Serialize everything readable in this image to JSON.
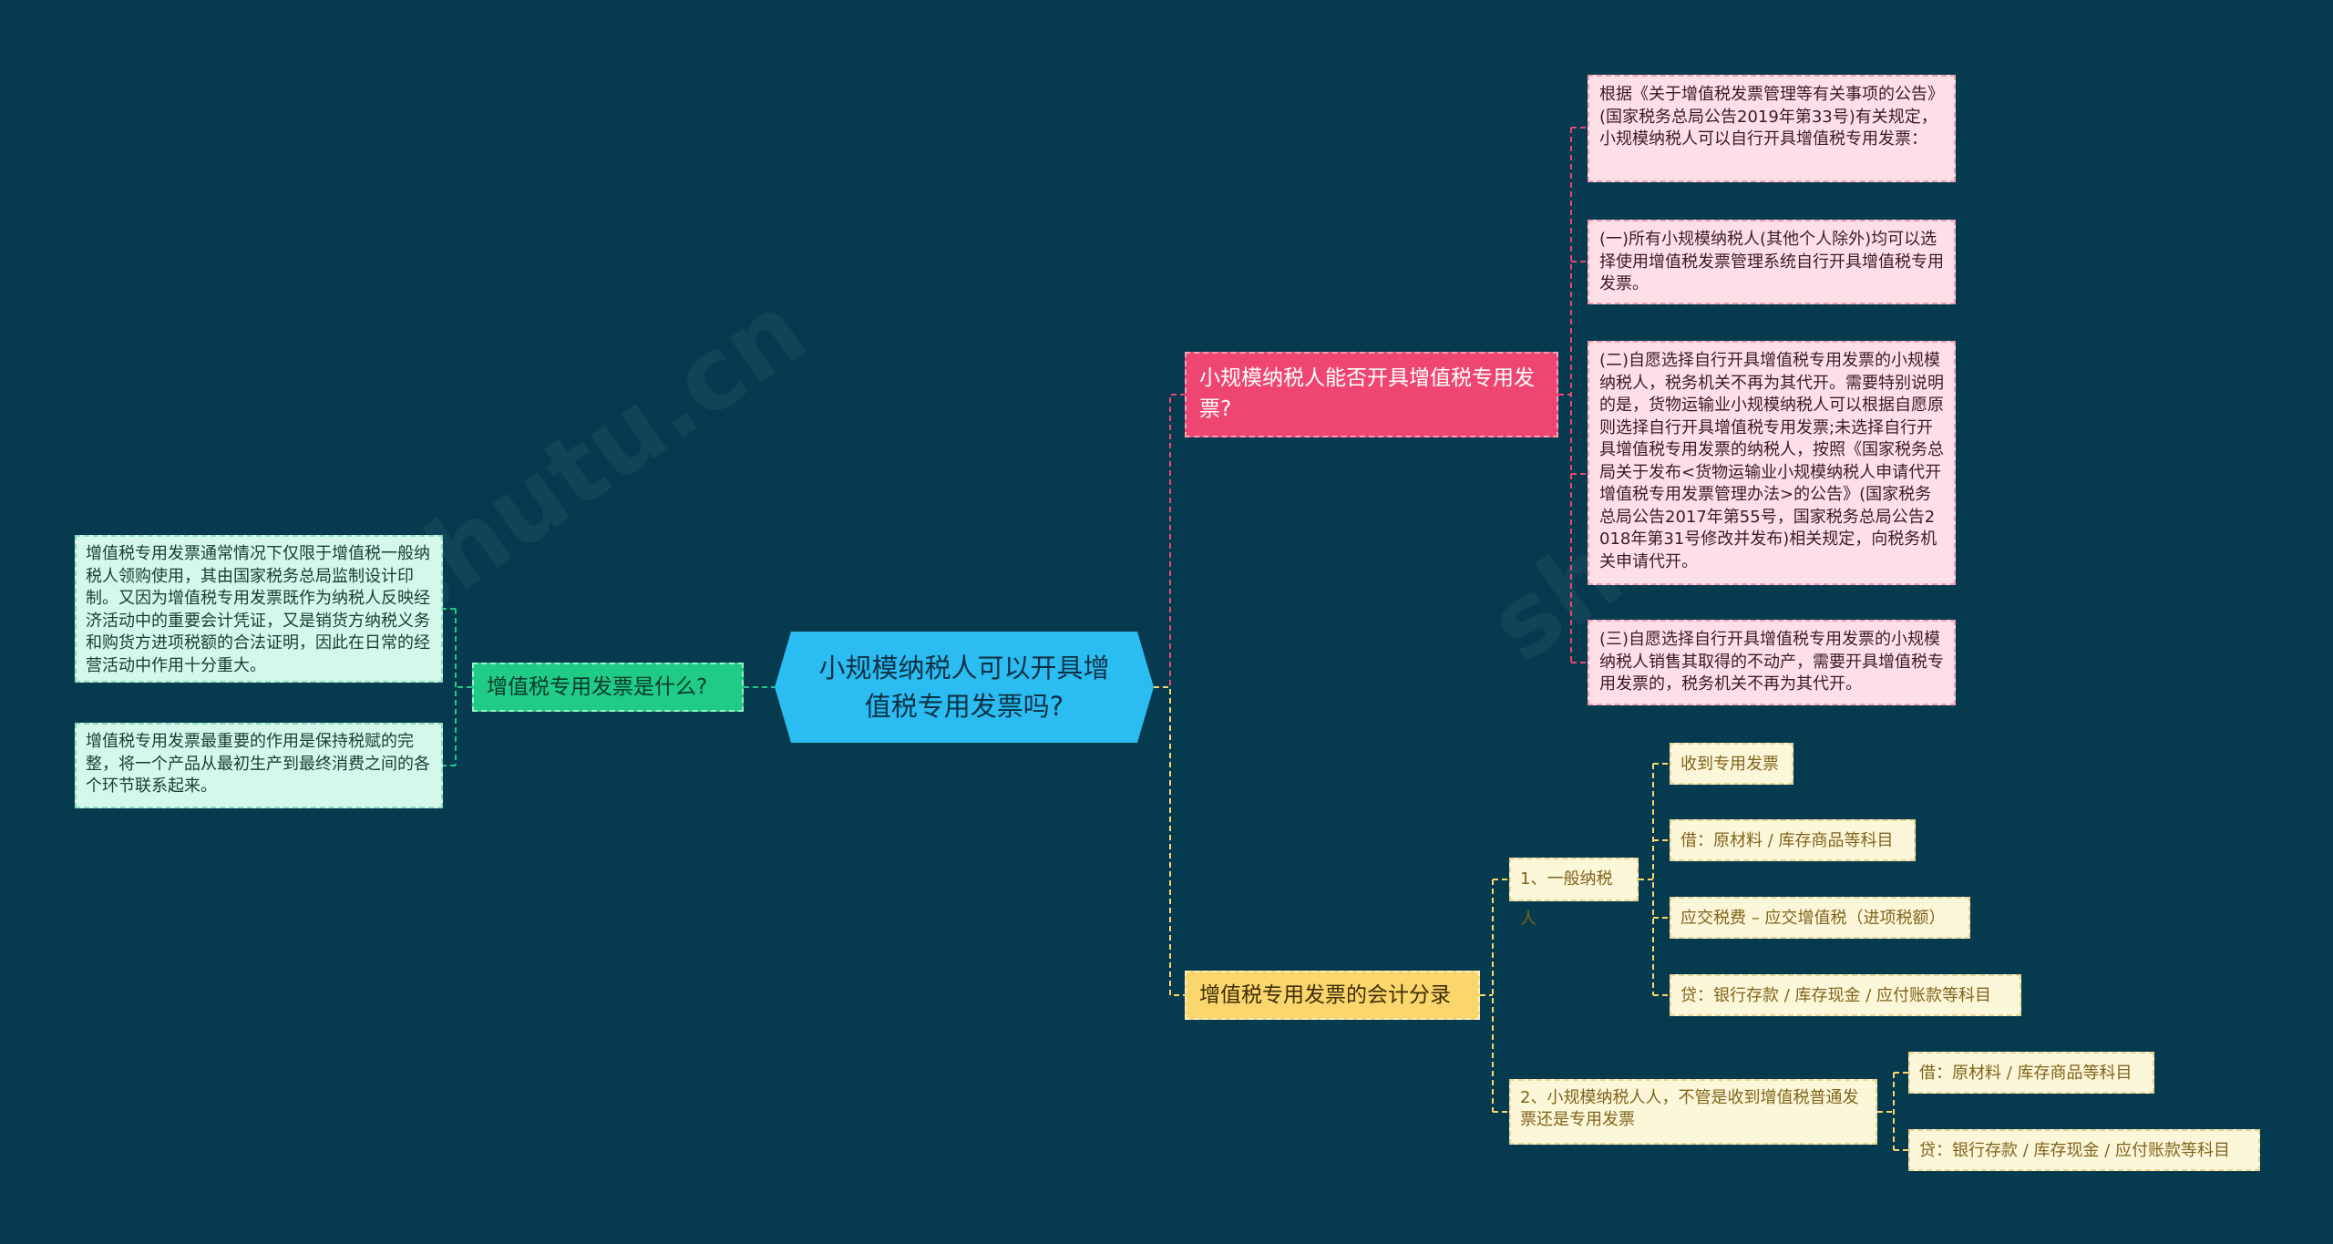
{
  "root": {
    "text": "小规模纳税人可以开具增值税专用发票吗?"
  },
  "left_branch": {
    "label": "增值税专用发票是什么?",
    "children": [
      {
        "text": "增值税专用发票通常情况下仅限于增值税一般纳税人领购使用，其由国家税务总局监制设计印制。又因为增值税专用发票既作为纳税人反映经济活动中的重要会计凭证，又是销货方纳税义务和购货方进项税额的合法证明，因此在日常的经营活动中作用十分重大。"
      },
      {
        "text": "增值税专用发票最重要的作用是保持税赋的完整，将一个产品从最初生产到最终消费之间的各个环节联系起来。"
      }
    ]
  },
  "right_top_branch": {
    "label": "小规模纳税人能否开具增值税专用发票?",
    "children": [
      {
        "text": "根据《关于增值税发票管理等有关事项的公告》(国家税务总局公告2019年第33号)有关规定，小规模纳税人可以自行开具增值税专用发票："
      },
      {
        "text": "(一)所有小规模纳税人(其他个人除外)均可以选择使用增值税发票管理系统自行开具增值税专用发票。"
      },
      {
        "text": "(二)自愿选择自行开具增值税专用发票的小规模纳税人，税务机关不再为其代开。需要特别说明的是，货物运输业小规模纳税人可以根据自愿原则选择自行开具增值税专用发票;未选择自行开具增值税专用发票的纳税人，按照《国家税务总局关于发布<货物运输业小规模纳税人申请代开增值税专用发票管理办法>的公告》(国家税务总局公告2017年第55号，国家税务总局公告2018年第31号修改并发布)相关规定，向税务机关申请代开。"
      },
      {
        "text": "(三)自愿选择自行开具增值税专用发票的小规模纳税人销售其取得的不动产，需要开具增值税专用发票的，税务机关不再为其代开。"
      }
    ]
  },
  "right_bottom_branch": {
    "label": "增值税专用发票的会计分录",
    "children": [
      {
        "label": "1、一般纳税人",
        "children": [
          {
            "text": "收到专用发票"
          },
          {
            "text": "借：原材料 / 库存商品等科目"
          },
          {
            "text": "应交税费 – 应交增值税（进项税额）"
          },
          {
            "text": "贷：银行存款 / 库存现金 / 应付账款等科目"
          }
        ]
      },
      {
        "label": "2、小规模纳税人人，不管是收到增值税普通发票还是专用发票",
        "children": [
          {
            "text": "借：原材料 / 库存商品等科目"
          },
          {
            "text": "贷：银行存款 / 库存现金 / 应付账款等科目"
          }
        ]
      }
    ]
  },
  "colors": {
    "background": "#063a4e",
    "root": "#2bbcf1",
    "left_branch": "#1fcb86",
    "right_top_branch": "#ef4671",
    "right_bottom_branch": "#fbd66c",
    "green_leaf": "#d4f9ec",
    "pink_leaf": "#fde0e7",
    "yellow_leaf": "#fdf7da"
  }
}
